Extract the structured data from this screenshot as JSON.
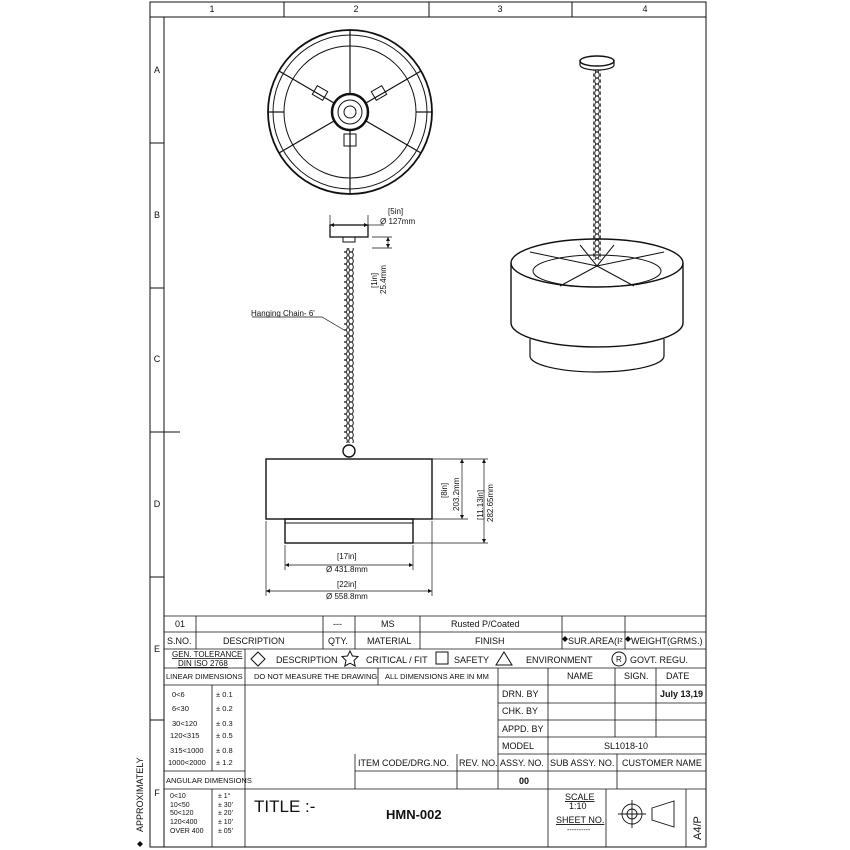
{
  "border": {
    "columns": [
      "1",
      "2",
      "3",
      "4"
    ],
    "rows": [
      "A",
      "B",
      "C",
      "D",
      "E",
      "F"
    ],
    "side_label": "APPROXIMATELY"
  },
  "drawing": {
    "chain_label": "Hanging Chain- 6'",
    "canopy_dia_in": "[5in]",
    "canopy_dia_mm": "Ø 127mm",
    "gap_in": "[1in]",
    "gap_mm": "25.4mm",
    "height_in": "[8in]",
    "height_mm": "203.2mm",
    "total_in": "[11.13in]",
    "total_mm": "282.65mm",
    "inner_dia_in": "[17in]",
    "inner_dia_mm": "Ø 431.8mm",
    "outer_dia_in": "[22in]",
    "outer_dia_mm": "Ø 558.8mm"
  },
  "bom": {
    "row": {
      "sno": "01",
      "description": "",
      "qty": "---",
      "material": "MS",
      "finish": "Rusted P/Coated"
    },
    "headers": {
      "sno": "S.NO.",
      "description": "DESCRIPTION",
      "qty": "QTY.",
      "material": "MATERIAL",
      "finish": "FINISH",
      "sur_area": "SUR.AREA(I²",
      "weight": "WEIGHT(GRMS.)"
    }
  },
  "legend": {
    "gen_tol_line1": "GEN. TOLERANCE",
    "gen_tol_line2": "DIN ISO 2768",
    "description": "DESCRIPTION",
    "critical": "CRITICAL / FIT",
    "safety": "SAFETY",
    "environment": "ENVIRONMENT",
    "govt": "GOVT. REGU.",
    "r_symbol": "R"
  },
  "tolerance": {
    "linear_title": "LINEAR DIMENSIONS",
    "linear": [
      {
        "range": "0<6",
        "tol": "± 0.1"
      },
      {
        "range": "6<30",
        "tol": "± 0.2"
      },
      {
        "range": "30<120",
        "tol": "± 0.3"
      },
      {
        "range": "120<315",
        "tol": "± 0.5"
      },
      {
        "range": "315<1000",
        "tol": "± 0.8"
      },
      {
        "range": "1000<2000",
        "tol": "± 1.2"
      }
    ],
    "angular_title": "ANGULAR DIMENSIONS",
    "angular_ranges": [
      "0<10",
      "10<50",
      "50<120",
      "120<400",
      "OVER 400"
    ],
    "angular_tols": [
      "± 1°",
      "± 30'",
      "± 20'",
      "± 10'",
      "± 05'"
    ]
  },
  "notes": {
    "no_measure": "DO NOT MEASURE THE DRAWING",
    "units": "ALL DIMENSIONS ARE IN MM"
  },
  "signoff": {
    "name_h": "NAME",
    "sign_h": "SIGN.",
    "date_h": "DATE",
    "drn": "DRN. BY",
    "chk": "CHK. BY",
    "appd": "APPD. BY",
    "date": "July 13,19",
    "model_label": "MODEL",
    "model_value": "SL1018-10"
  },
  "codes": {
    "item_code": "ITEM CODE/DRG.NO.",
    "rev": "REV. NO.",
    "assy": "ASSY. NO.",
    "sub_assy": "SUB ASSY. NO.",
    "customer": "CUSTOMER NAME",
    "assy_value": "00"
  },
  "title_block": {
    "title_label": "TITLE :-",
    "drawing_no": "HMN-002",
    "scale_label": "SCALE",
    "scale_value": "1:10",
    "sheet_label": "SHEET NO.",
    "sheet_value": "----------",
    "size": "A4/P"
  },
  "colors": {
    "line": "#111111",
    "background": "#ffffff"
  }
}
